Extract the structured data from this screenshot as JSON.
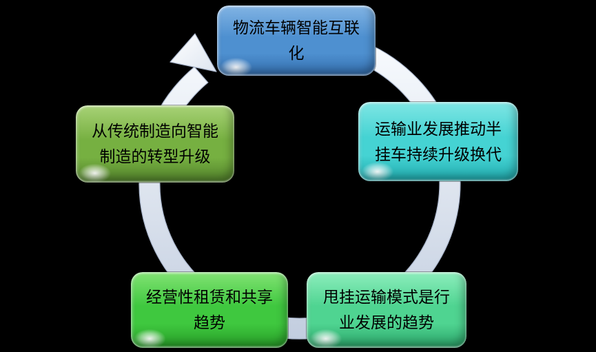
{
  "diagram": {
    "type": "cycle",
    "direction": "clockwise",
    "background": "#000000",
    "ring": {
      "color_light": "#f8fbfe",
      "color_dark": "#c2cddf",
      "edge": "#aab6cc",
      "head_light": "#ffffff",
      "head_dark": "#dde5f0"
    },
    "nodes": [
      {
        "position": "top",
        "text": "物流车辆智能互联化",
        "lines": [
          "物流车辆智能互联",
          "化"
        ],
        "fill": "#4e90d0",
        "fill_light": "#82b4e4",
        "fill_dark": "#336dad"
      },
      {
        "position": "right",
        "text": "运输业发展推动半挂车持续升级换代",
        "lines": [
          "运输业发展推动半",
          "挂车持续升级换代"
        ],
        "fill": "#45d3d3",
        "fill_light": "#7fe6e4",
        "fill_dark": "#1fa9ac"
      },
      {
        "position": "bottom-right",
        "text": "甩挂运输模式是行业发展的趋势",
        "lines": [
          "甩挂运输模式是行",
          "业发展的趋势"
        ],
        "fill": "#4fd491",
        "fill_light": "#8deebd",
        "fill_dark": "#2aa368"
      },
      {
        "position": "bottom-left",
        "text": "经营性租赁和共享趋势",
        "lines": [
          "经营性租赁和共享",
          "趋势"
        ],
        "fill": "#3fc83f",
        "fill_light": "#82e374",
        "fill_dark": "#279d27"
      },
      {
        "position": "left",
        "text": "从传统制造向智能制造的转型升级",
        "lines": [
          "从传统制造向智能",
          "制造的转型升级"
        ],
        "fill": "#76b041",
        "fill_light": "#a8d276",
        "fill_dark": "#507f2a"
      }
    ]
  }
}
